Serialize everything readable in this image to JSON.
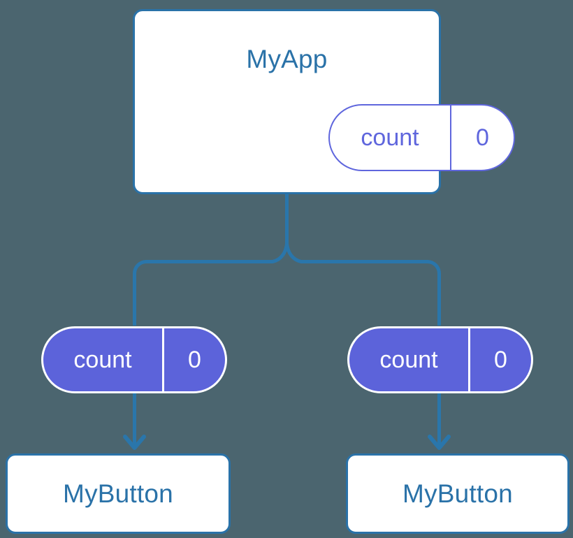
{
  "diagram": {
    "title_text": "MyApp",
    "background_color": "#4b656f",
    "accent_blue": "#2a72a8",
    "state_purple": "#5c63da",
    "card_fill": "#ffffff",
    "root": {
      "component_name": "MyApp",
      "state": {
        "key": "count",
        "value": "0"
      }
    },
    "propagated_state": [
      {
        "key": "count",
        "value": "0"
      },
      {
        "key": "count",
        "value": "0"
      }
    ],
    "leaves": [
      {
        "component_name": "MyButton"
      },
      {
        "component_name": "MyButton"
      }
    ]
  }
}
